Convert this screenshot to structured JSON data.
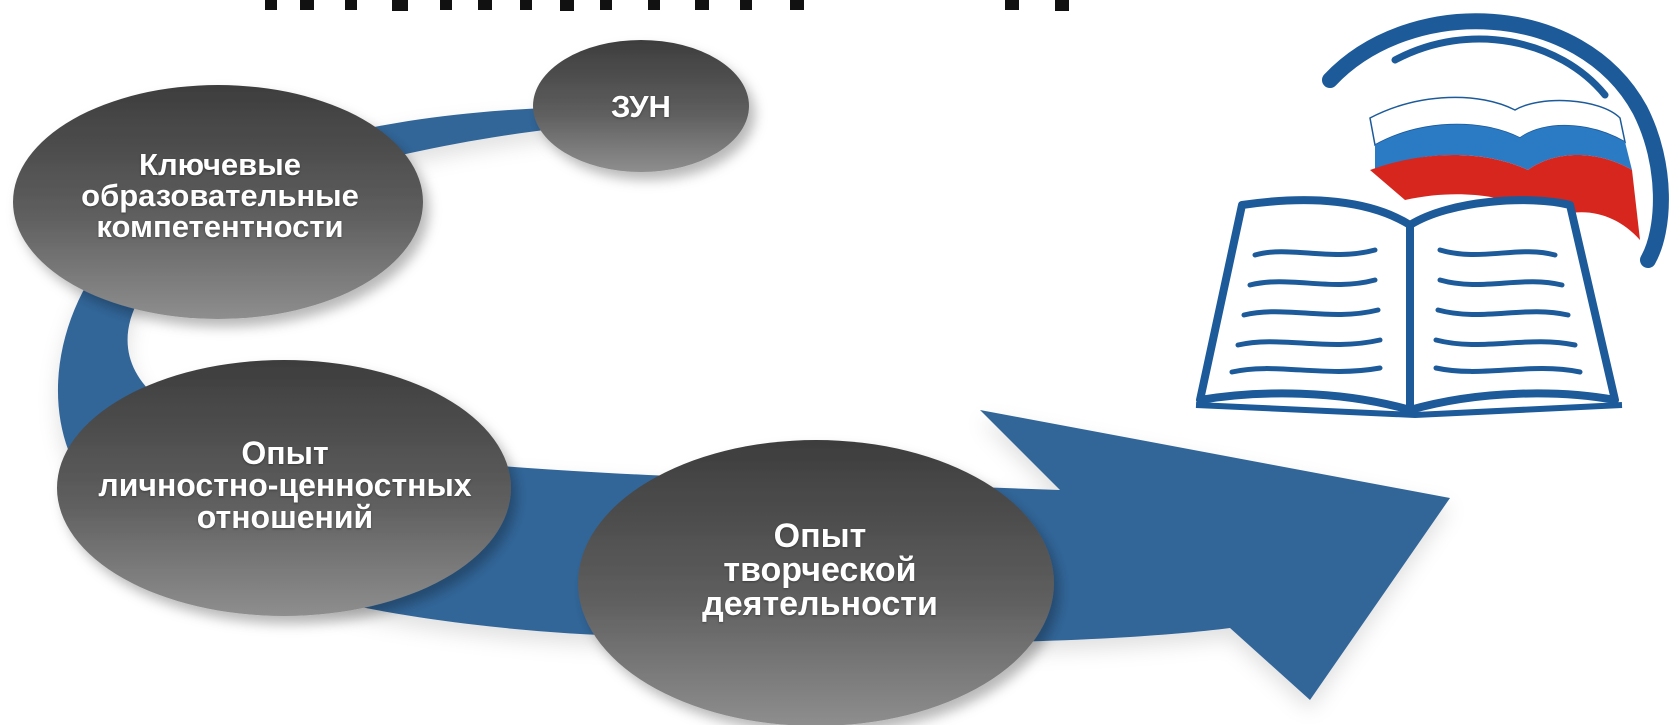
{
  "colors": {
    "arrow": "#336699",
    "ellipse_top": "#3f3f3f",
    "ellipse_bottom": "#8c8c8c",
    "logo_blue": "#1c5a9a",
    "logo_red": "#d7261e",
    "label_text": "#ffffff"
  },
  "nodes": {
    "zun": {
      "lines": [
        "ЗУН"
      ]
    },
    "key_competencies": {
      "lines": [
        "Ключевые",
        "образовательные",
        "компетентности"
      ]
    },
    "personal_values": {
      "lines": [
        "Опыт",
        "личностно-ценностных",
        "отношений"
      ]
    },
    "creative_activity": {
      "lines": [
        "Опыт",
        "творческой",
        "деятельности"
      ]
    }
  },
  "logo": {
    "icon": "open-book-with-russian-flag-icon"
  }
}
